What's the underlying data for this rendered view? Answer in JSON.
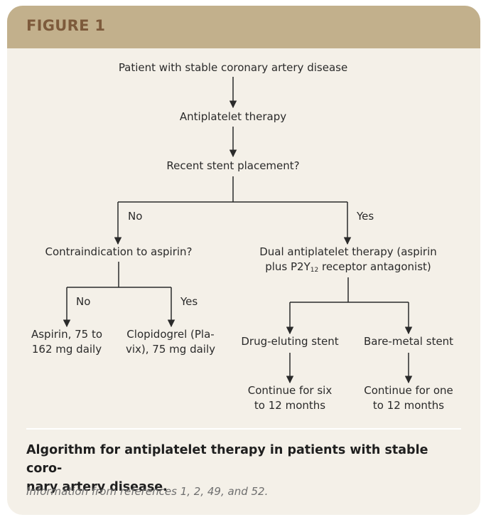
{
  "figure": {
    "label": "FIGURE 1",
    "caption_line1": "Algorithm for antiplatelet therapy in patients with stable coro-",
    "caption_line2": "nary artery disease.",
    "source": "Information from references 1, 2, 49, and 52."
  },
  "flowchart": {
    "start": "Patient with stable coronary artery disease",
    "therapy": "Antiplatelet therapy",
    "stent_question": "Recent stent placement?",
    "branch_no": "No",
    "branch_yes": "Yes",
    "contraindication": "Contraindication to aspirin?",
    "dapt_line1": "Dual antiplatelet therapy (aspirin",
    "dapt_line2_a": "plus P2Y",
    "dapt_line2_sub": "12",
    "dapt_line2_b": " receptor antagonist)",
    "contra_no": "No",
    "contra_yes": "Yes",
    "aspirin_line1": "Aspirin, 75 to",
    "aspirin_line2": "162 mg daily",
    "clopidogrel_line1": "Clopidogrel (Pla-",
    "clopidogrel_line2": "vix), 75 mg daily",
    "des": "Drug-eluting stent",
    "bms": "Bare-metal stent",
    "des_duration_line1": "Continue for six",
    "des_duration_line2": "to 12 months",
    "bms_duration_line1": "Continue for one",
    "bms_duration_line2": "to 12 months"
  },
  "colors": {
    "header": "#c2b08c",
    "header_text": "#7d5a3b",
    "card": "#f4f0e8",
    "lines": "#2a2a2a"
  }
}
